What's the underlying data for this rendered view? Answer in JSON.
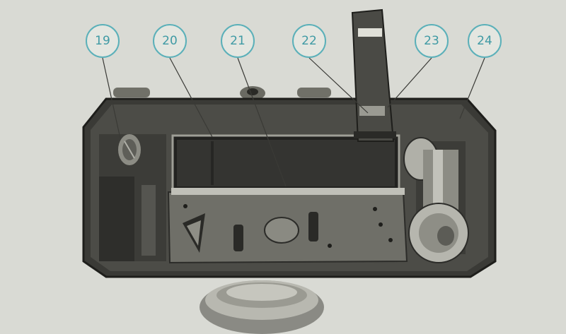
{
  "callouts": [
    {
      "label": "19"
    },
    {
      "label": "20"
    },
    {
      "label": "21"
    },
    {
      "label": "22"
    },
    {
      "label": "23"
    },
    {
      "label": "24"
    }
  ],
  "colors": {
    "background": "#d9dad4",
    "callout_ring": "#5bb0b9",
    "camera_body": "#3a3a36"
  }
}
